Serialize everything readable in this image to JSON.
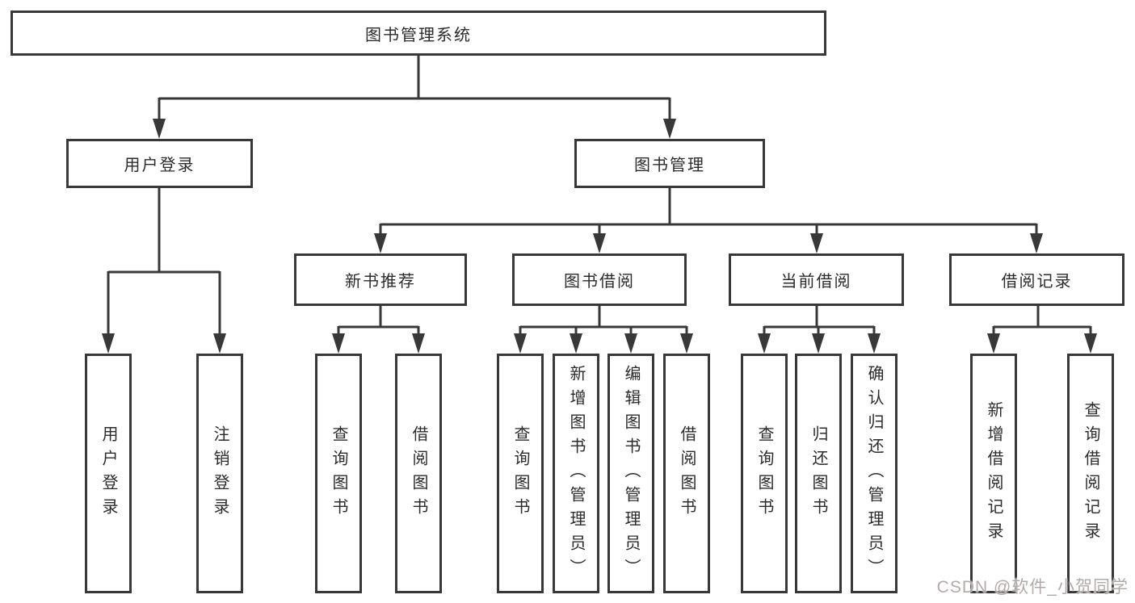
{
  "diagram": {
    "root": {
      "label": "图书管理系统"
    },
    "children": [
      {
        "label": "用户登录",
        "children": [
          {
            "label": "用户登录"
          },
          {
            "label": "注销登录"
          }
        ]
      },
      {
        "label": "图书管理",
        "children": [
          {
            "label": "新书推荐",
            "children": [
              {
                "label": "查询图书"
              },
              {
                "label": "借阅图书"
              }
            ]
          },
          {
            "label": "图书借阅",
            "children": [
              {
                "label": "查询图书"
              },
              {
                "label": "新增图书（管理员）"
              },
              {
                "label": "编辑图书（管理员）"
              },
              {
                "label": "借阅图书"
              }
            ]
          },
          {
            "label": "当前借阅",
            "children": [
              {
                "label": "查询图书"
              },
              {
                "label": "归还图书"
              },
              {
                "label": "确认归还（管理员）"
              }
            ]
          },
          {
            "label": "借阅记录",
            "children": [
              {
                "label": "新增借阅记录"
              },
              {
                "label": "查询借阅记录"
              }
            ]
          }
        ]
      }
    ]
  },
  "watermark": {
    "text": "CSDN @软件_小贺同学",
    "color": "#b5a8a8"
  },
  "colors": {
    "line": "#383838",
    "box_border": "#383838",
    "text": "#2b2b2b",
    "background": "#ffffff"
  }
}
